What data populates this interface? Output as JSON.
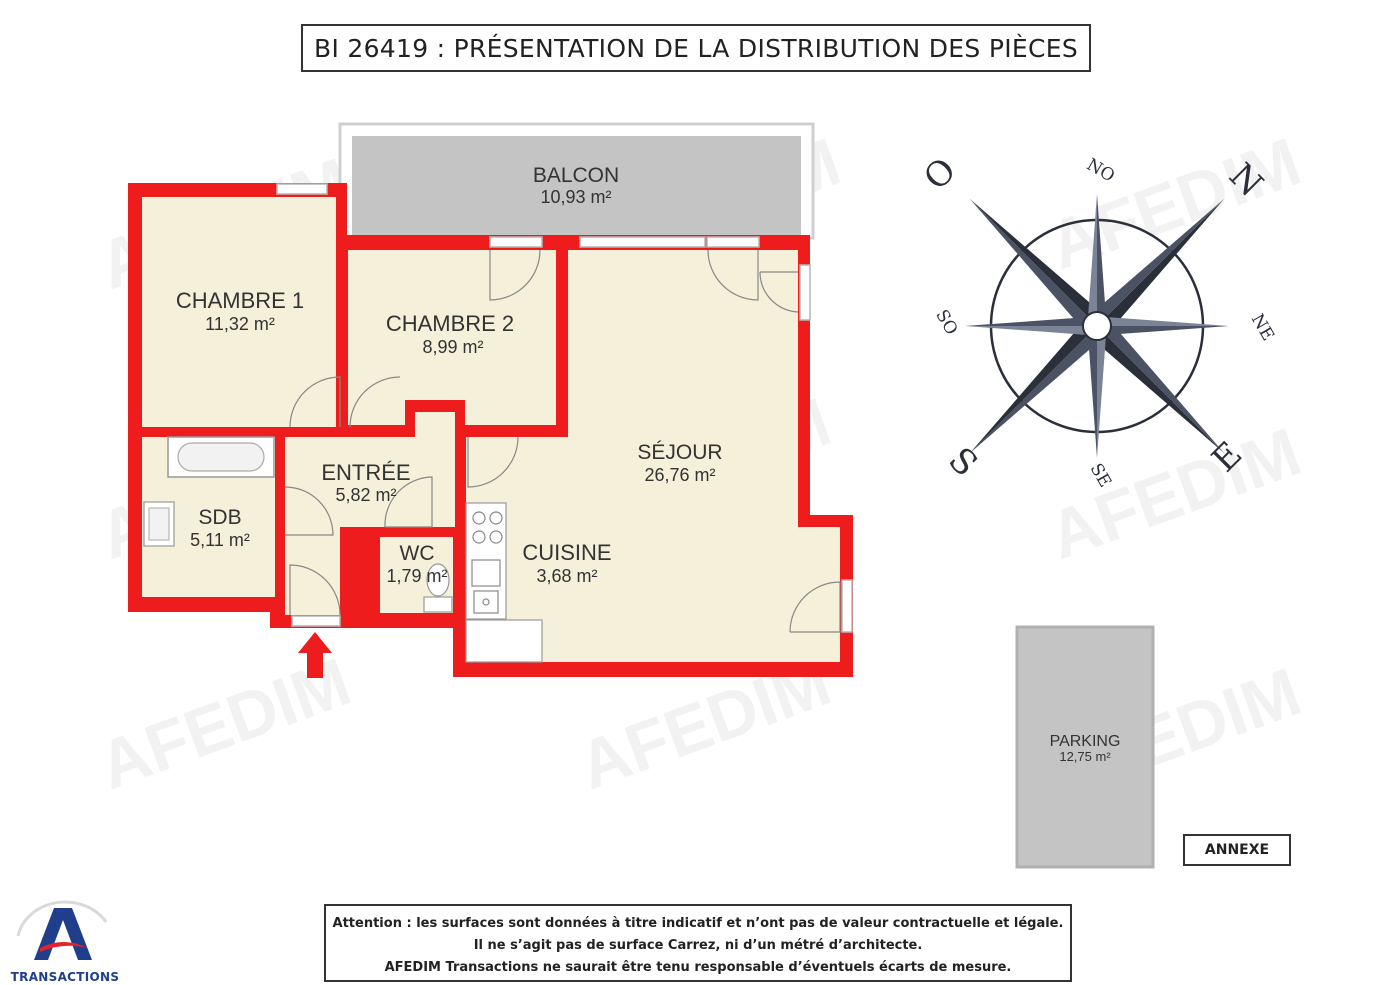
{
  "title": "BI 26419 : PRÉSENTATION DE LA DISTRIBUTION DES PIÈCES",
  "rooms": {
    "balcon": {
      "name": "BALCON",
      "area": "10,93 m²"
    },
    "chambre1": {
      "name": "CHAMBRE 1",
      "area": "11,32 m²"
    },
    "chambre2": {
      "name": "CHAMBRE 2",
      "area": "8,99 m²"
    },
    "entree": {
      "name": "ENTRÉE",
      "area": "5,82 m²"
    },
    "sejour": {
      "name": "SÉJOUR",
      "area": "26,76 m²"
    },
    "sdb": {
      "name": "SDB",
      "area": "5,11 m²"
    },
    "wc": {
      "name": "WC",
      "area": "1,79 m²"
    },
    "cuisine": {
      "name": "CUISINE",
      "area": "3,68 m²"
    },
    "parking": {
      "name": "PARKING",
      "area": "12,75 m²"
    }
  },
  "compass": {
    "n": "N",
    "s": "S",
    "e": "E",
    "o": "O",
    "no": "NO",
    "ne": "NE",
    "so": "SO",
    "se": "SE"
  },
  "annexe_label": "ANNEXE",
  "disclaimer": {
    "line1": "Attention : les surfaces sont données à titre indicatif et n’ont pas de valeur contractuelle et légale.",
    "line2": "Il ne s’agit pas de surface Carrez, ni d’un métré d’architecte.",
    "line3": "AFEDIM Transactions ne saurait être tenu responsable d’éventuels écarts de mesure."
  },
  "logo": {
    "text": "TRANSACTIONS",
    "letter": "A"
  },
  "watermark": "AFEDIM",
  "colors": {
    "wall": "#ee1c1c",
    "floor": "#f4f0d9",
    "balcony": "#c4c4c4",
    "parking": "#c4c4c4",
    "compass": "#2b2f3a",
    "logo_blue": "#1f3f8c",
    "logo_red": "#e3222b"
  }
}
